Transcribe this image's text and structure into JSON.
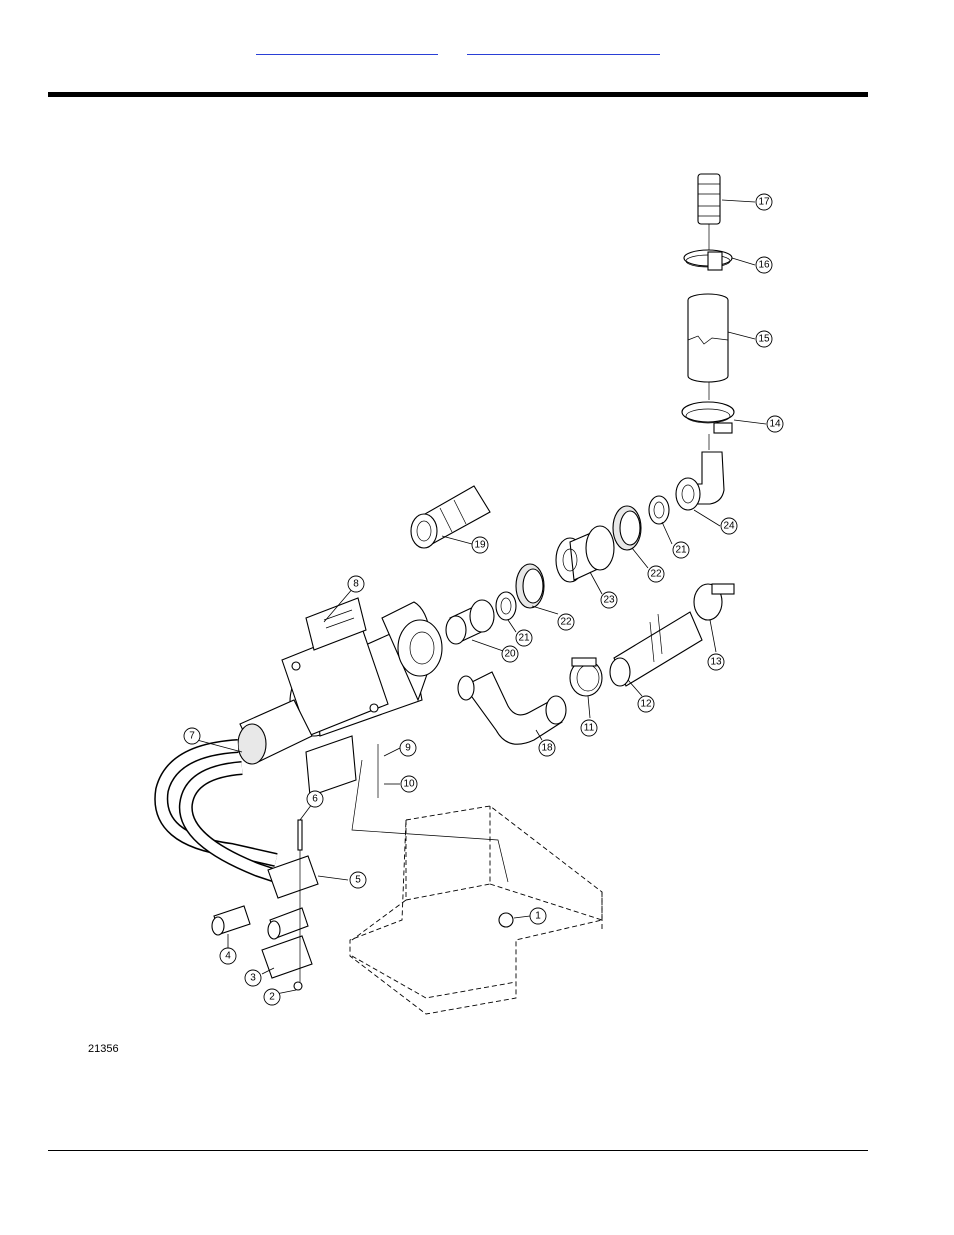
{
  "header": {
    "links": [
      "",
      ""
    ]
  },
  "figure": {
    "drawing_number": "21356",
    "callouts": [
      "1",
      "2",
      "3",
      "4",
      "5",
      "6",
      "7",
      "8",
      "9",
      "10",
      "11",
      "12",
      "13",
      "14",
      "15",
      "16",
      "17",
      "18",
      "19",
      "20",
      "21",
      "21",
      "22",
      "22",
      "23",
      "24"
    ]
  }
}
